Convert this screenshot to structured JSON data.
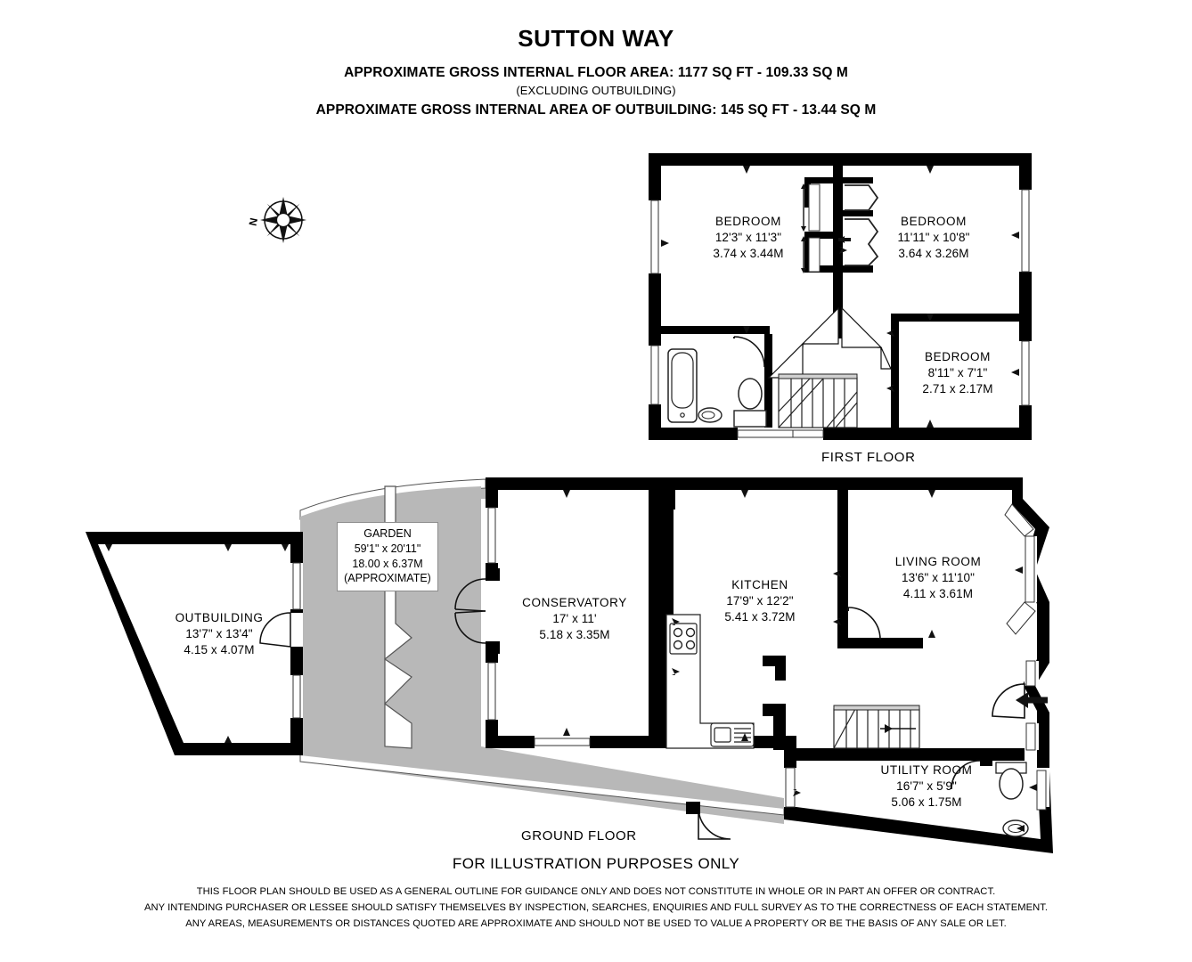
{
  "header": {
    "title": "SUTTON WAY",
    "area_line": "APPROXIMATE GROSS INTERNAL FLOOR AREA:  1177 SQ FT  -  109.33 SQ M",
    "area_note": "(EXCLUDING OUTBUILDING)",
    "outbuilding_line": "APPROXIMATE GROSS INTERNAL AREA OF OUTBUILDING:  145 SQ FT  -  13.44 SQ M"
  },
  "compass": {
    "north_label": "N",
    "icon": "compass-rose-icon"
  },
  "floors": {
    "first": {
      "label": "FIRST FLOOR"
    },
    "ground": {
      "label": "GROUND FLOOR"
    }
  },
  "rooms": {
    "bedroom1": {
      "name": "BEDROOM",
      "imperial": "12'3\" x 11'3\"",
      "metric": "3.74 x 3.44M"
    },
    "bedroom2": {
      "name": "BEDROOM",
      "imperial": "11'11\" x 10'8\"",
      "metric": "3.64 x 3.26M"
    },
    "bedroom3": {
      "name": "BEDROOM",
      "imperial": "8'11\" x 7'1\"",
      "metric": "2.71 x 2.17M"
    },
    "living": {
      "name": "LIVING ROOM",
      "imperial": "13'6\" x 11'10\"",
      "metric": "4.11 x 3.61M"
    },
    "kitchen": {
      "name": "KITCHEN",
      "imperial": "17'9\" x 12'2\"",
      "metric": "5.41 x 3.72M"
    },
    "conservatory": {
      "name": "CONSERVATORY",
      "imperial": "17' x 11'",
      "metric": "5.18 x 3.35M"
    },
    "utility": {
      "name": "UTILITY ROOM",
      "imperial": "16'7\" x 5'9\"",
      "metric": "5.06 x 1.75M"
    },
    "outbuilding": {
      "name": "OUTBUILDING",
      "imperial": "13'7\" x 13'4\"",
      "metric": "4.15 x 4.07M"
    },
    "garden": {
      "name": "GARDEN",
      "imperial": "59'1\" x 20'11\"",
      "metric": "18.00 x 6.37M",
      "note": "(APPROXIMATE)"
    }
  },
  "footer": {
    "illustration_note": "FOR ILLUSTRATION PURPOSES ONLY",
    "disclaimer": [
      "THIS FLOOR PLAN SHOULD BE USED AS A GENERAL OUTLINE FOR GUIDANCE ONLY AND DOES NOT CONSTITUTE IN WHOLE OR IN PART AN OFFER OR CONTRACT.",
      "ANY INTENDING PURCHASER OR LESSEE SHOULD SATISFY THEMSELVES BY INSPECTION, SEARCHES, ENQUIRIES AND FULL SURVEY AS TO THE CORRECTNESS OF EACH STATEMENT.",
      "ANY AREAS, MEASUREMENTS OR DISTANCES QUOTED ARE APPROXIMATE AND SHOULD NOT BE USED TO VALUE A PROPERTY OR BE THE BASIS OF ANY SALE OR LET."
    ]
  },
  "colors": {
    "wall": "#000000",
    "garden_fill": "#b8b8b8",
    "background": "#ffffff",
    "fixture_outline": "#2a2a2a"
  },
  "fixtures": {
    "first_floor": [
      "bath-fixture",
      "basin-fixture",
      "toilet-fixture",
      "staircase-fixture",
      "wardrobe-fixture"
    ],
    "ground_floor": [
      "hob-fixture",
      "sink-fixture",
      "staircase-fixture",
      "toilet-fixture",
      "basin-fixture",
      "front-door-arrow"
    ]
  }
}
